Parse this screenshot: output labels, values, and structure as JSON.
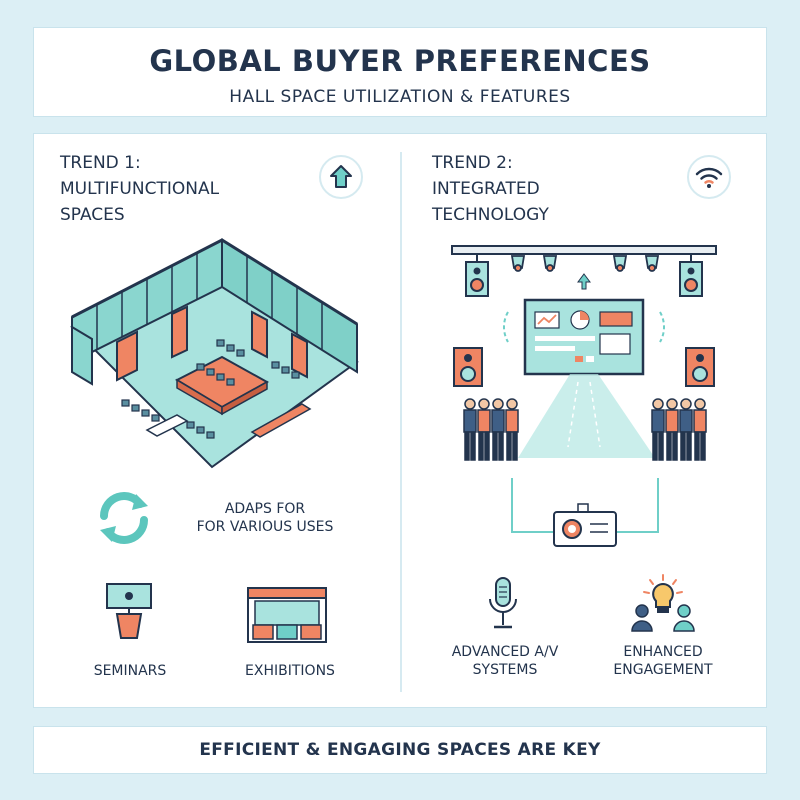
{
  "header": {
    "title": "GLOBAL BUYER PREFERENCES",
    "subtitle": "HALL SPACE UTILIZATION & FEATURES"
  },
  "trend1": {
    "title_line1": "TREND 1:",
    "title_line2": "MULTIFUNCTIONAL",
    "title_line3": "SPACES",
    "adapt_line1": "ADAPS FOR",
    "adapt_line2": "FOR VARIOUS USES",
    "use1": "SEMINARS",
    "use2": "EXHIBITIONS"
  },
  "trend2": {
    "title_line1": "TREND 2:",
    "title_line2": "INTEGRATED",
    "title_line3": "TECHNOLOGY",
    "feature1_line1": "ADVANCED A/V",
    "feature1_line2": "SYSTEMS",
    "feature2_line1": "ENHANCED",
    "feature2_line2": "ENGAGEMENT"
  },
  "footer": {
    "text": "EFFICIENT & ENGAGING SPACES ARE KEY"
  },
  "colors": {
    "background": "#dceff5",
    "teal": "#6fcfc8",
    "coral": "#ef8563",
    "navy": "#23344d"
  },
  "icons": {
    "trend1": "up-arrow-icon",
    "trend2": "wifi-icon",
    "adapt": "refresh-cycle-icon",
    "seminars": "podium-icon",
    "exhibitions": "exhibition-booth-icon",
    "av": "microphone-icon",
    "engagement": "lightbulb-people-icon"
  }
}
